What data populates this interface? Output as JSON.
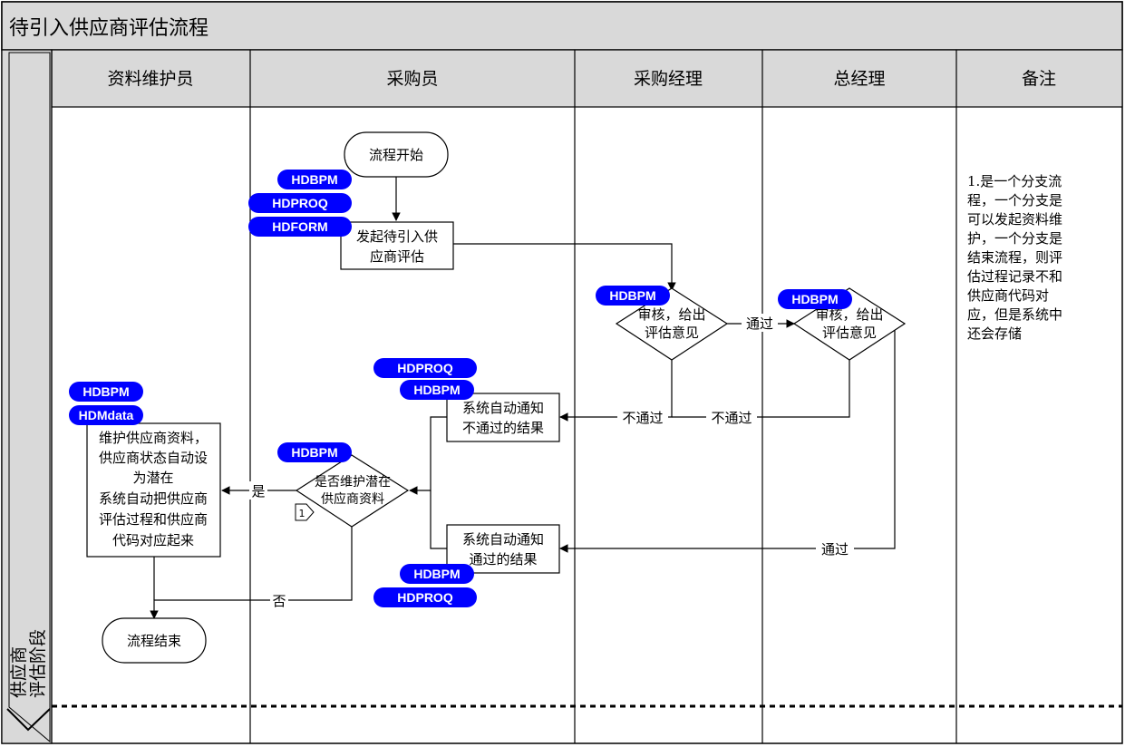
{
  "title": "待引入供应商评估流程",
  "stage_label": [
    "供应商",
    "评估阶段"
  ],
  "lanes": [
    "资料维护员",
    "采购员",
    "采购经理",
    "总经理",
    "备注"
  ],
  "nodes": {
    "start": "流程开始",
    "initiate": [
      "发起待引入供",
      "应商评估"
    ],
    "review_pm": [
      "审核，给出",
      "评估意见"
    ],
    "review_gm": [
      "审核，给出",
      "评估意见"
    ],
    "notify_fail": [
      "系统自动通知",
      "不通过的结果"
    ],
    "notify_pass": [
      "系统自动通知",
      "通过的结果"
    ],
    "decision": [
      "是否维护潜在",
      "供应商资料"
    ],
    "maintain": [
      "维护供应商资料，",
      "供应商状态自动设",
      "为潜在",
      "系统自动把供应商",
      "评估过程和供应商",
      "代码对应起来"
    ],
    "end": "流程结束",
    "page_ref": "1"
  },
  "edges": {
    "pass1": "通过",
    "fail1": "不通过",
    "fail2": "不通过",
    "pass2": "通过",
    "yes": "是",
    "no": "否"
  },
  "badges": {
    "hdbpm": "HDBPM",
    "hdproq": "HDPROQ",
    "hdform": "HDFORM",
    "hdmdata": "HDMdata"
  },
  "note": [
    "1.是一个分支流",
    "程，一个分支是",
    "可以发起资料维",
    "护，一个分支是",
    "结束流程，则评",
    "估过程记录不和",
    "供应商代码对",
    "应，但是系统中",
    "还会存储"
  ],
  "colors": {
    "title_bg": "#d9d9d9",
    "header_bg": "#d9d9d9",
    "badge": "#0000ff",
    "line": "#000000"
  }
}
